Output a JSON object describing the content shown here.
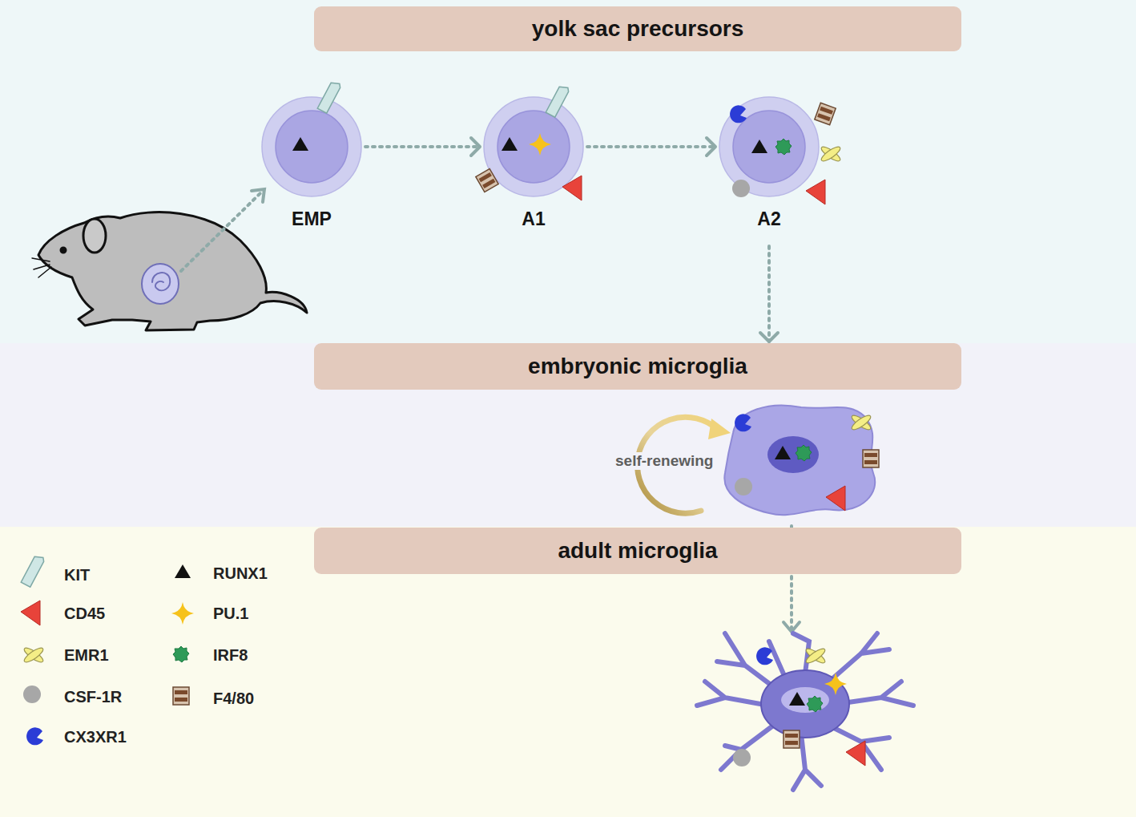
{
  "diagram": {
    "nodes": [
      {
        "text": [
          "yolk sac precursors"
        ]
      },
      {
        "text": [
          "EMP"
        ]
      },
      {
        "text": [
          "A1"
        ]
      },
      {
        "text": [
          "A2"
        ]
      },
      {
        "text": [
          "embryonic microglia"
        ]
      },
      {
        "text": [
          "adult microglia"
        ]
      }
    ],
    "edges": [
      {
        "from": 1,
        "to": 2,
        "arrow": "to"
      },
      {
        "from": 2,
        "to": 3,
        "arrow": "to"
      },
      {
        "from": 3,
        "to": 4,
        "arrow": "to"
      }
    ],
    "labels": [
      "self-renewing"
    ],
    "legend": [
      {
        "text": "KIT"
      },
      {
        "text": "CD45"
      },
      {
        "text": "EMR1"
      },
      {
        "text": "CSF-1R"
      },
      {
        "text": "CX3XR1"
      },
      {
        "text": "RUNX1"
      },
      {
        "text": "PU.1"
      },
      {
        "text": "IRF8"
      },
      {
        "text": "F4/80"
      }
    ]
  }
}
